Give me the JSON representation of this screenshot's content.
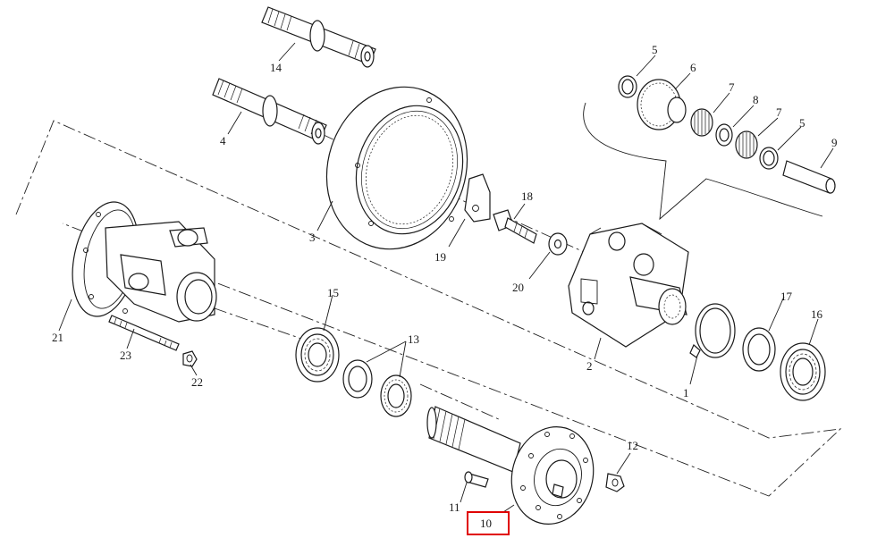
{
  "callouts": {
    "c1": "1",
    "c2": "2",
    "c3": "3",
    "c4": "4",
    "c5a": "5",
    "c5b": "5",
    "c6": "6",
    "c7a": "7",
    "c7b": "7",
    "c8": "8",
    "c9": "9",
    "c10": "10",
    "c11": "11",
    "c12": "12",
    "c13": "13",
    "c14": "14",
    "c15": "15",
    "c16": "16",
    "c17": "17",
    "c18": "18",
    "c19": "19",
    "c20": "20",
    "c21": "21",
    "c22": "22",
    "c23": "23"
  },
  "highlight": {
    "part": "10",
    "color": "#e00000"
  }
}
